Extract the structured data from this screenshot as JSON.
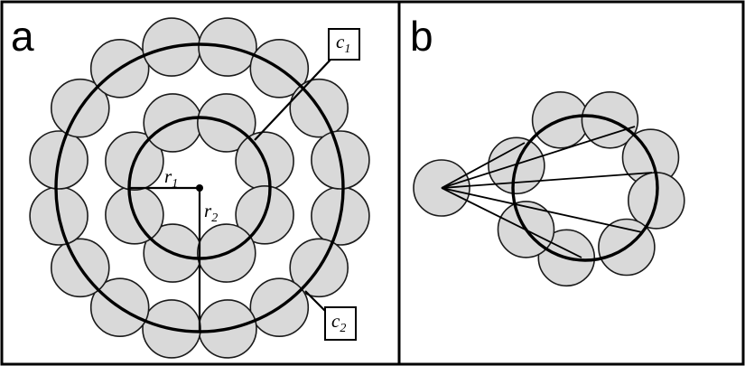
{
  "panels": {
    "a": {
      "letter": "a"
    },
    "b": {
      "letter": "b"
    }
  },
  "labels": {
    "c1": {
      "base": "c",
      "sub": "1"
    },
    "c2": {
      "base": "c",
      "sub": "2"
    },
    "r1": {
      "base": "r",
      "sub": "1"
    },
    "r2": {
      "base": "r",
      "sub": "2"
    }
  },
  "colors": {
    "bead_fill": "#d9d9d9",
    "stroke": "#000000",
    "background": "#ffffff"
  }
}
